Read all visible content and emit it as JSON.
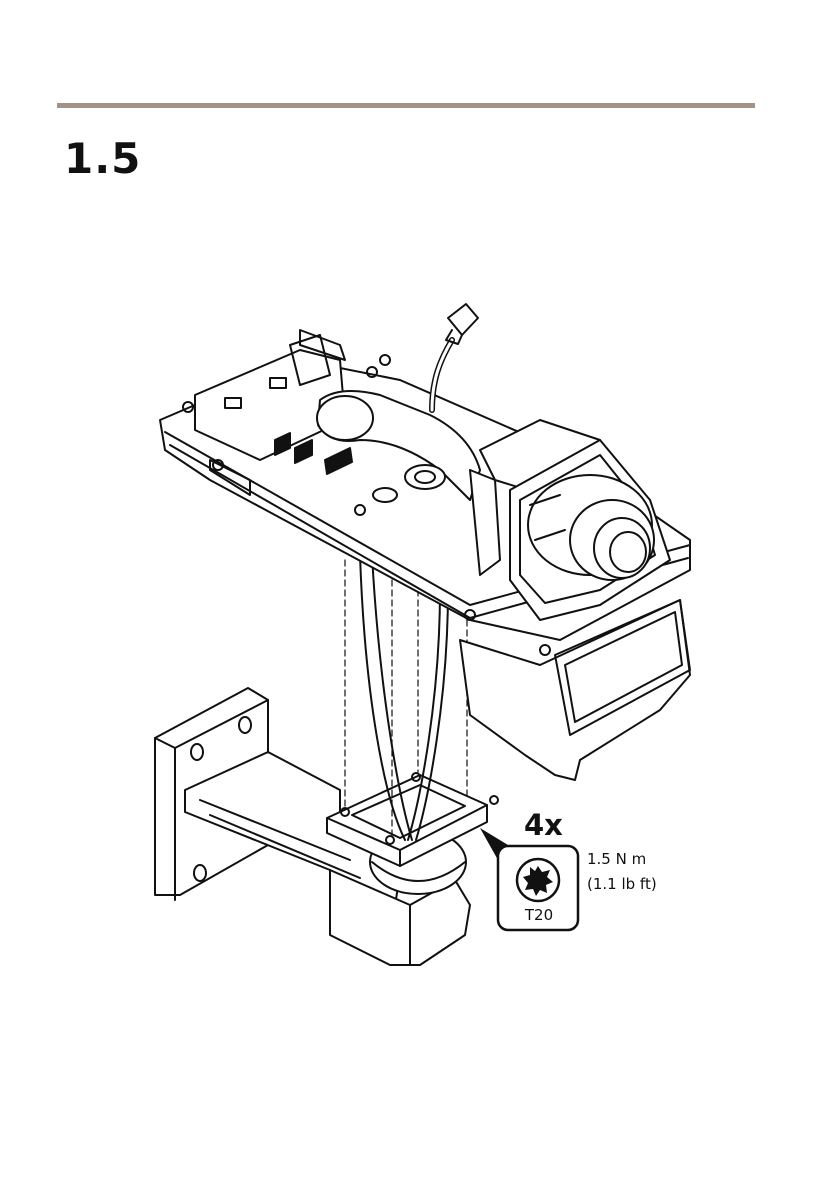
{
  "step": {
    "number": "1.5"
  },
  "callout": {
    "quantity": "4x",
    "torque_nm": "1.5 N m",
    "torque_lbft": "(1.1 lb ft)",
    "bit": "T20"
  },
  "colors": {
    "rule": "#a39287",
    "ink": "#111111"
  },
  "icons": [
    "torx-bit-icon",
    "camera-housing-illustration",
    "wall-mount-bracket-illustration"
  ]
}
